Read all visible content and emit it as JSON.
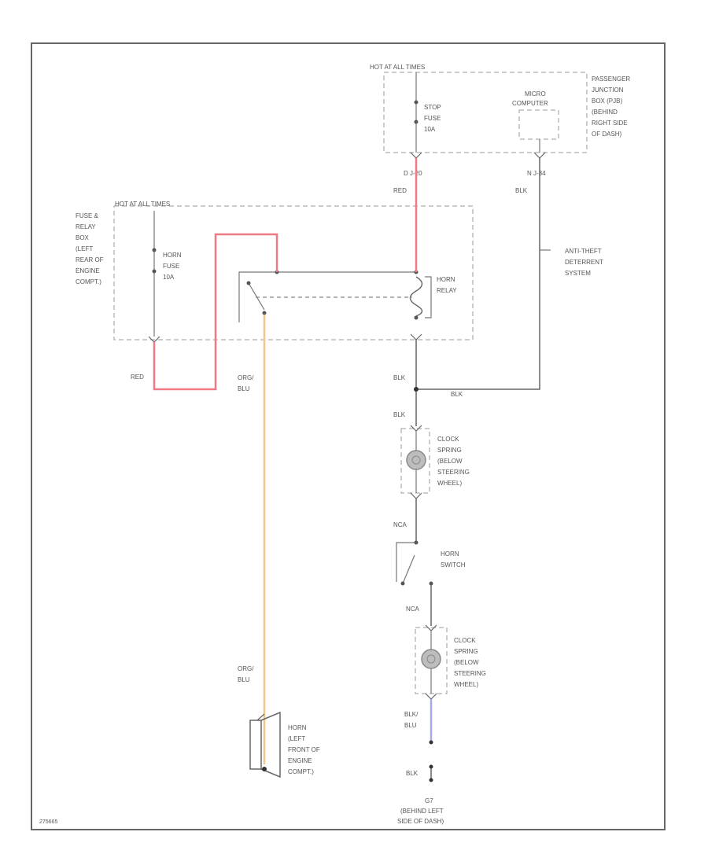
{
  "diagram_code": "275665",
  "upper_box": {
    "hot_label": "HOT AT ALL TIMES",
    "fuse": [
      "STOP",
      "FUSE",
      "10A"
    ],
    "micro": [
      "MICRO",
      "COMPUTER"
    ],
    "location": [
      "PASSENGER",
      "JUNCTION",
      "BOX (PJB)",
      "(BEHIND",
      "RIGHT SIDE",
      "OF DASH)"
    ],
    "pin_left": "D  J-20",
    "pin_right": "N  J-34"
  },
  "fuse_relay_box": {
    "hot_label": "HOT AT ALL TIMES",
    "location": [
      "FUSE &",
      "RELAY",
      "BOX",
      "(LEFT",
      "REAR OF",
      "ENGINE",
      "COMPT.)"
    ],
    "fuse": [
      "HORN",
      "FUSE",
      "10A"
    ],
    "relay": [
      "HORN",
      "RELAY"
    ]
  },
  "anti_theft": [
    "ANTI-THEFT",
    "DETERRENT",
    "SYSTEM"
  ],
  "clock_spring_top": [
    "CLOCK",
    "SPRING",
    "(BELOW",
    "STEERING",
    "WHEEL)"
  ],
  "clock_spring_bottom": [
    "CLOCK",
    "SPRING",
    "(BELOW",
    "STEERING",
    "WHEEL)"
  ],
  "horn_switch": [
    "HORN",
    "SWITCH"
  ],
  "horn": [
    "HORN",
    "(LEFT",
    "FRONT OF",
    "ENGINE",
    "COMPT.)"
  ],
  "ground": {
    "id": "G7",
    "location": [
      "(BEHIND LEFT",
      "SIDE OF DASH)"
    ]
  },
  "wire_labels": {
    "red_top": "RED",
    "red_left": "RED",
    "blk_micro": "BLK",
    "blk_junction": "BLK",
    "blk_junction_right": "BLK",
    "blk_above_cs": "BLK",
    "nca_below_cs": "NCA",
    "nca_below_sw": "NCA",
    "blk_blu": [
      "BLK/",
      "BLU"
    ],
    "org_blu_top": [
      "ORG/",
      "BLU"
    ],
    "org_blu_bottom": [
      "ORG/",
      "BLU"
    ],
    "blk_ground": "BLK"
  },
  "colors": {
    "red_wire": "#ef7a86",
    "orange_wire": "#f5c68a",
    "blue_wire": "#a7a9e8",
    "line": "#666666"
  }
}
